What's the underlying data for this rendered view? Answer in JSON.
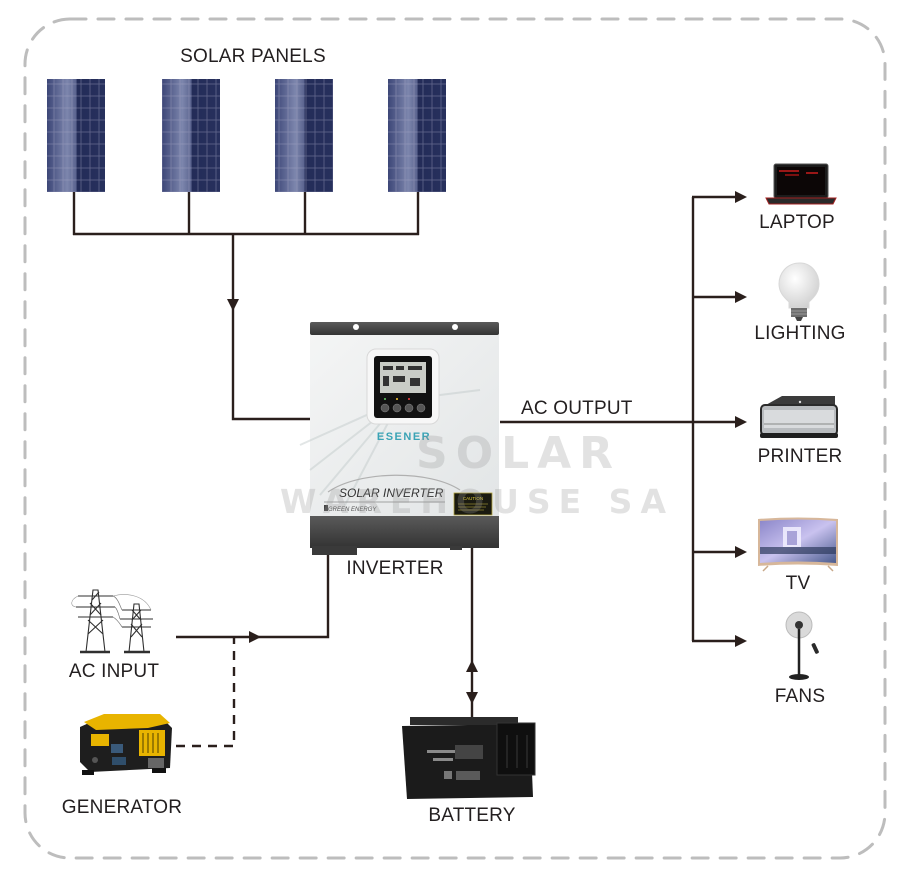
{
  "diagram": {
    "title": "Solar Inverter System Diagram",
    "colors": {
      "connector": "#2a1f1c",
      "border": "#bdbdbd",
      "panel_blue": "#26305f",
      "inverter_body": "#eceeee",
      "inverter_cap": "#4a4a4a",
      "brand_accent": "#3aa3b5",
      "label_text": "#231f20"
    },
    "components": {
      "solar_panels": {
        "label": "SOLAR PANELS",
        "count": 4,
        "icon": "solar-panel-icon"
      },
      "inverter": {
        "label": "INVERTER",
        "brand": "ESENER",
        "product_text": "SOLAR INVERTER",
        "sub_text": "GREEN ENERGY",
        "caution_text": "CAUTION",
        "icon": "inverter-icon"
      },
      "ac_input": {
        "label": "AC INPUT",
        "icon": "power-pylon-icon"
      },
      "generator": {
        "label": "GENERATOR",
        "icon": "generator-icon"
      },
      "battery": {
        "label": "BATTERY",
        "icon": "battery-icon"
      },
      "ac_output": {
        "label": "AC OUTPUT"
      }
    },
    "loads": [
      {
        "label": "LAPTOP",
        "icon": "laptop-icon"
      },
      {
        "label": "LIGHTING",
        "icon": "light-bulb-icon"
      },
      {
        "label": "PRINTER",
        "icon": "printer-icon"
      },
      {
        "label": "TV",
        "icon": "tv-icon"
      },
      {
        "label": "FANS",
        "icon": "fan-icon"
      }
    ],
    "connections": [
      {
        "from": "SOLAR PANELS",
        "to": "INVERTER",
        "style": "solid",
        "direction": "one-way"
      },
      {
        "from": "AC INPUT",
        "to": "INVERTER",
        "style": "solid",
        "direction": "one-way"
      },
      {
        "from": "GENERATOR",
        "to": "INVERTER",
        "style": "dashed",
        "direction": "one-way"
      },
      {
        "from": "INVERTER",
        "to": "BATTERY",
        "style": "solid",
        "direction": "two-way"
      },
      {
        "from": "INVERTER",
        "to": "LAPTOP",
        "style": "solid",
        "direction": "one-way"
      },
      {
        "from": "INVERTER",
        "to": "LIGHTING",
        "style": "solid",
        "direction": "one-way"
      },
      {
        "from": "INVERTER",
        "to": "PRINTER",
        "style": "solid",
        "direction": "one-way"
      },
      {
        "from": "INVERTER",
        "to": "TV",
        "style": "solid",
        "direction": "one-way"
      },
      {
        "from": "INVERTER",
        "to": "FANS",
        "style": "solid",
        "direction": "one-way"
      }
    ],
    "watermark": {
      "line1": "SOLAR",
      "line2": "WAREHOUSE SA"
    }
  }
}
